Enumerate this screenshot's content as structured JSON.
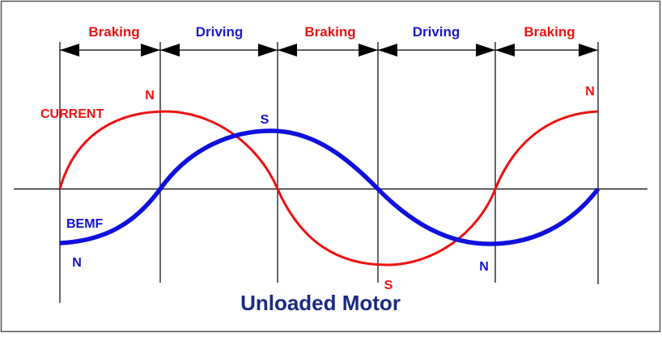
{
  "title": "Unloaded Motor",
  "segments": [
    {
      "label": "Braking",
      "color": "#ee1111"
    },
    {
      "label": "Driving",
      "color": "#1a1acc"
    },
    {
      "label": "Braking",
      "color": "#ee1111"
    },
    {
      "label": "Driving",
      "color": "#1a1acc"
    },
    {
      "label": "Braking",
      "color": "#ee1111"
    }
  ],
  "curves": {
    "current": {
      "label": "CURRENT",
      "color": "#ee1111"
    },
    "bemf": {
      "label": "BEMF",
      "color": "#1010dd"
    }
  },
  "poles": {
    "current_peak": "N",
    "current_trough": "S",
    "current_end": "N",
    "bemf_start": "N",
    "bemf_peak": "S",
    "bemf_trough": "N"
  },
  "colors": {
    "title": "#1a2a80",
    "lines": "#000000",
    "frame": "#555555"
  }
}
